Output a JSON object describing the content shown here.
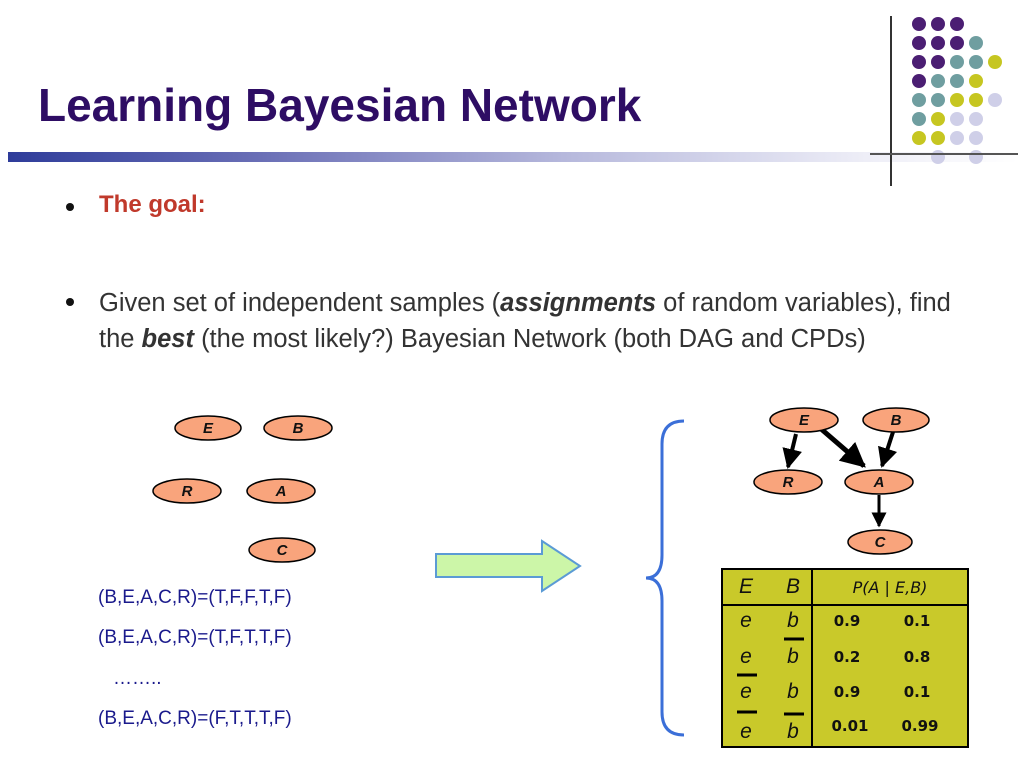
{
  "slide": {
    "title": "Learning Bayesian Network"
  },
  "bullets": {
    "goal_label": "The goal:",
    "p1_a": "Given set of independent samples (",
    "p1_em1": "assignments",
    "p1_b": " of random variables), find the ",
    "p1_em2": "best",
    "p1_c": " (the most likely?) Bayesian Network (both DAG and CPDs)"
  },
  "nodes": {
    "E": "E",
    "B": "B",
    "R": "R",
    "A": "A",
    "C": "C"
  },
  "samples": {
    "s1": "(B,E,A,C,R)=(T,F,F,T,F)",
    "s2": "(B,E,A,C,R)=(T,F,T,T,F)",
    "ellipsis": "……..",
    "s3": "(B,E,A,C,R)=(F,T,T,T,F)"
  },
  "cpt": {
    "col_e": "E",
    "col_b": "B",
    "header": "P(A | E,B)",
    "rows": [
      {
        "e": "e",
        "b": "b",
        "p1": "0.9",
        "p2": "0.1"
      },
      {
        "e": "e",
        "b": "b",
        "p1": "0.2",
        "p2": "0.8"
      },
      {
        "e": "e",
        "b": "b",
        "p1": "0.9",
        "p2": "0.1"
      },
      {
        "e": "e",
        "b": "b",
        "p1": "0.01",
        "p2": "0.99"
      }
    ]
  },
  "colors": {
    "title": "#2e0d64",
    "goal": "#c0392b",
    "node_fill": "#f9a47c",
    "cpt_fill": "#c9c92a",
    "arrow_fill": "#ccf6a8",
    "arrow_stroke": "#5b9bd5",
    "brace": "#3b6fd8",
    "dot_purple": "#4b1e73",
    "dot_teal": "#6f9ea0",
    "dot_yellow": "#c6c621",
    "dot_lavender": "#cfcfe8"
  }
}
